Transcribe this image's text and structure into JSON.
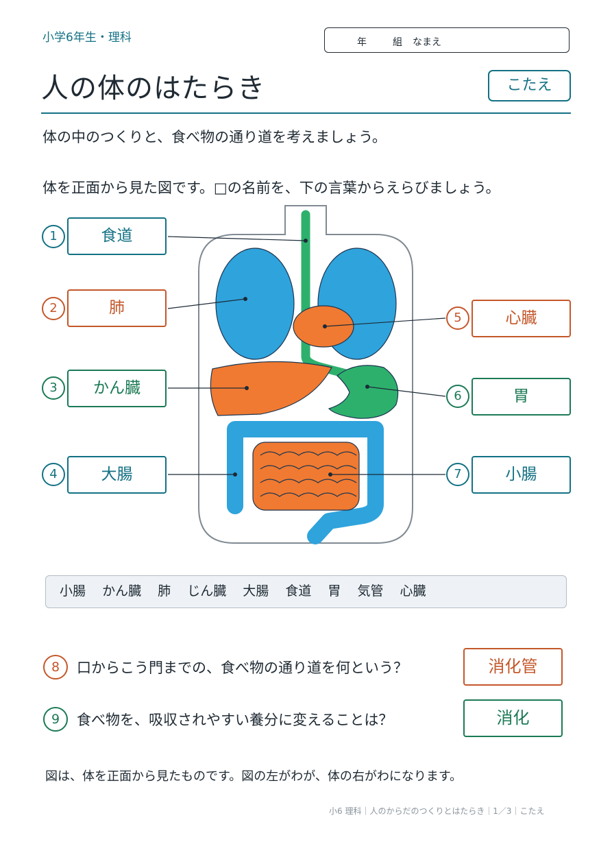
{
  "header": {
    "grade_subject": "小学6年生・理科",
    "name_box": {
      "year": "年",
      "class": "組",
      "name": "なまえ"
    },
    "title": "人の体のはたらき",
    "answer_badge": "こたえ"
  },
  "intro": "体の中のつくりと、食べ物の通り道を考えましょう。",
  "instruction": "体を正面から見た図です。□の名前を、下の言葉からえらびましょう。",
  "labels": [
    {
      "num": "1",
      "text": "食道"
    },
    {
      "num": "2",
      "text": "肺"
    },
    {
      "num": "3",
      "text": "かん臓"
    },
    {
      "num": "4",
      "text": "大腸"
    },
    {
      "num": "5",
      "text": "心臓"
    },
    {
      "num": "6",
      "text": "胃"
    },
    {
      "num": "7",
      "text": "小腸"
    }
  ],
  "colors": {
    "teal": "#137184",
    "orange": "#c4572a",
    "green": "#1b7a55",
    "lung_blue": "#2fa3dc",
    "organ_orange": "#f07a31",
    "esophagus_green": "#2eb06d"
  },
  "word_bank": [
    "小腸",
    "かん臓",
    "肺",
    "じん臓",
    "大腸",
    "食道",
    "胃",
    "気管",
    "心臓"
  ],
  "questions": [
    {
      "num": "8",
      "text": "口からこう門までの、食べ物の通り道を何という？",
      "answer": "消化管"
    },
    {
      "num": "9",
      "text": "食べ物を、吸収されやすい養分に変えることは？",
      "answer": "消化"
    }
  ],
  "note": "図は、体を正面から見たものです。図の左がわが、体の右がわになります。",
  "footer": "小6 理科｜人のからだのつくりとはたらき｜1／3｜こたえ"
}
